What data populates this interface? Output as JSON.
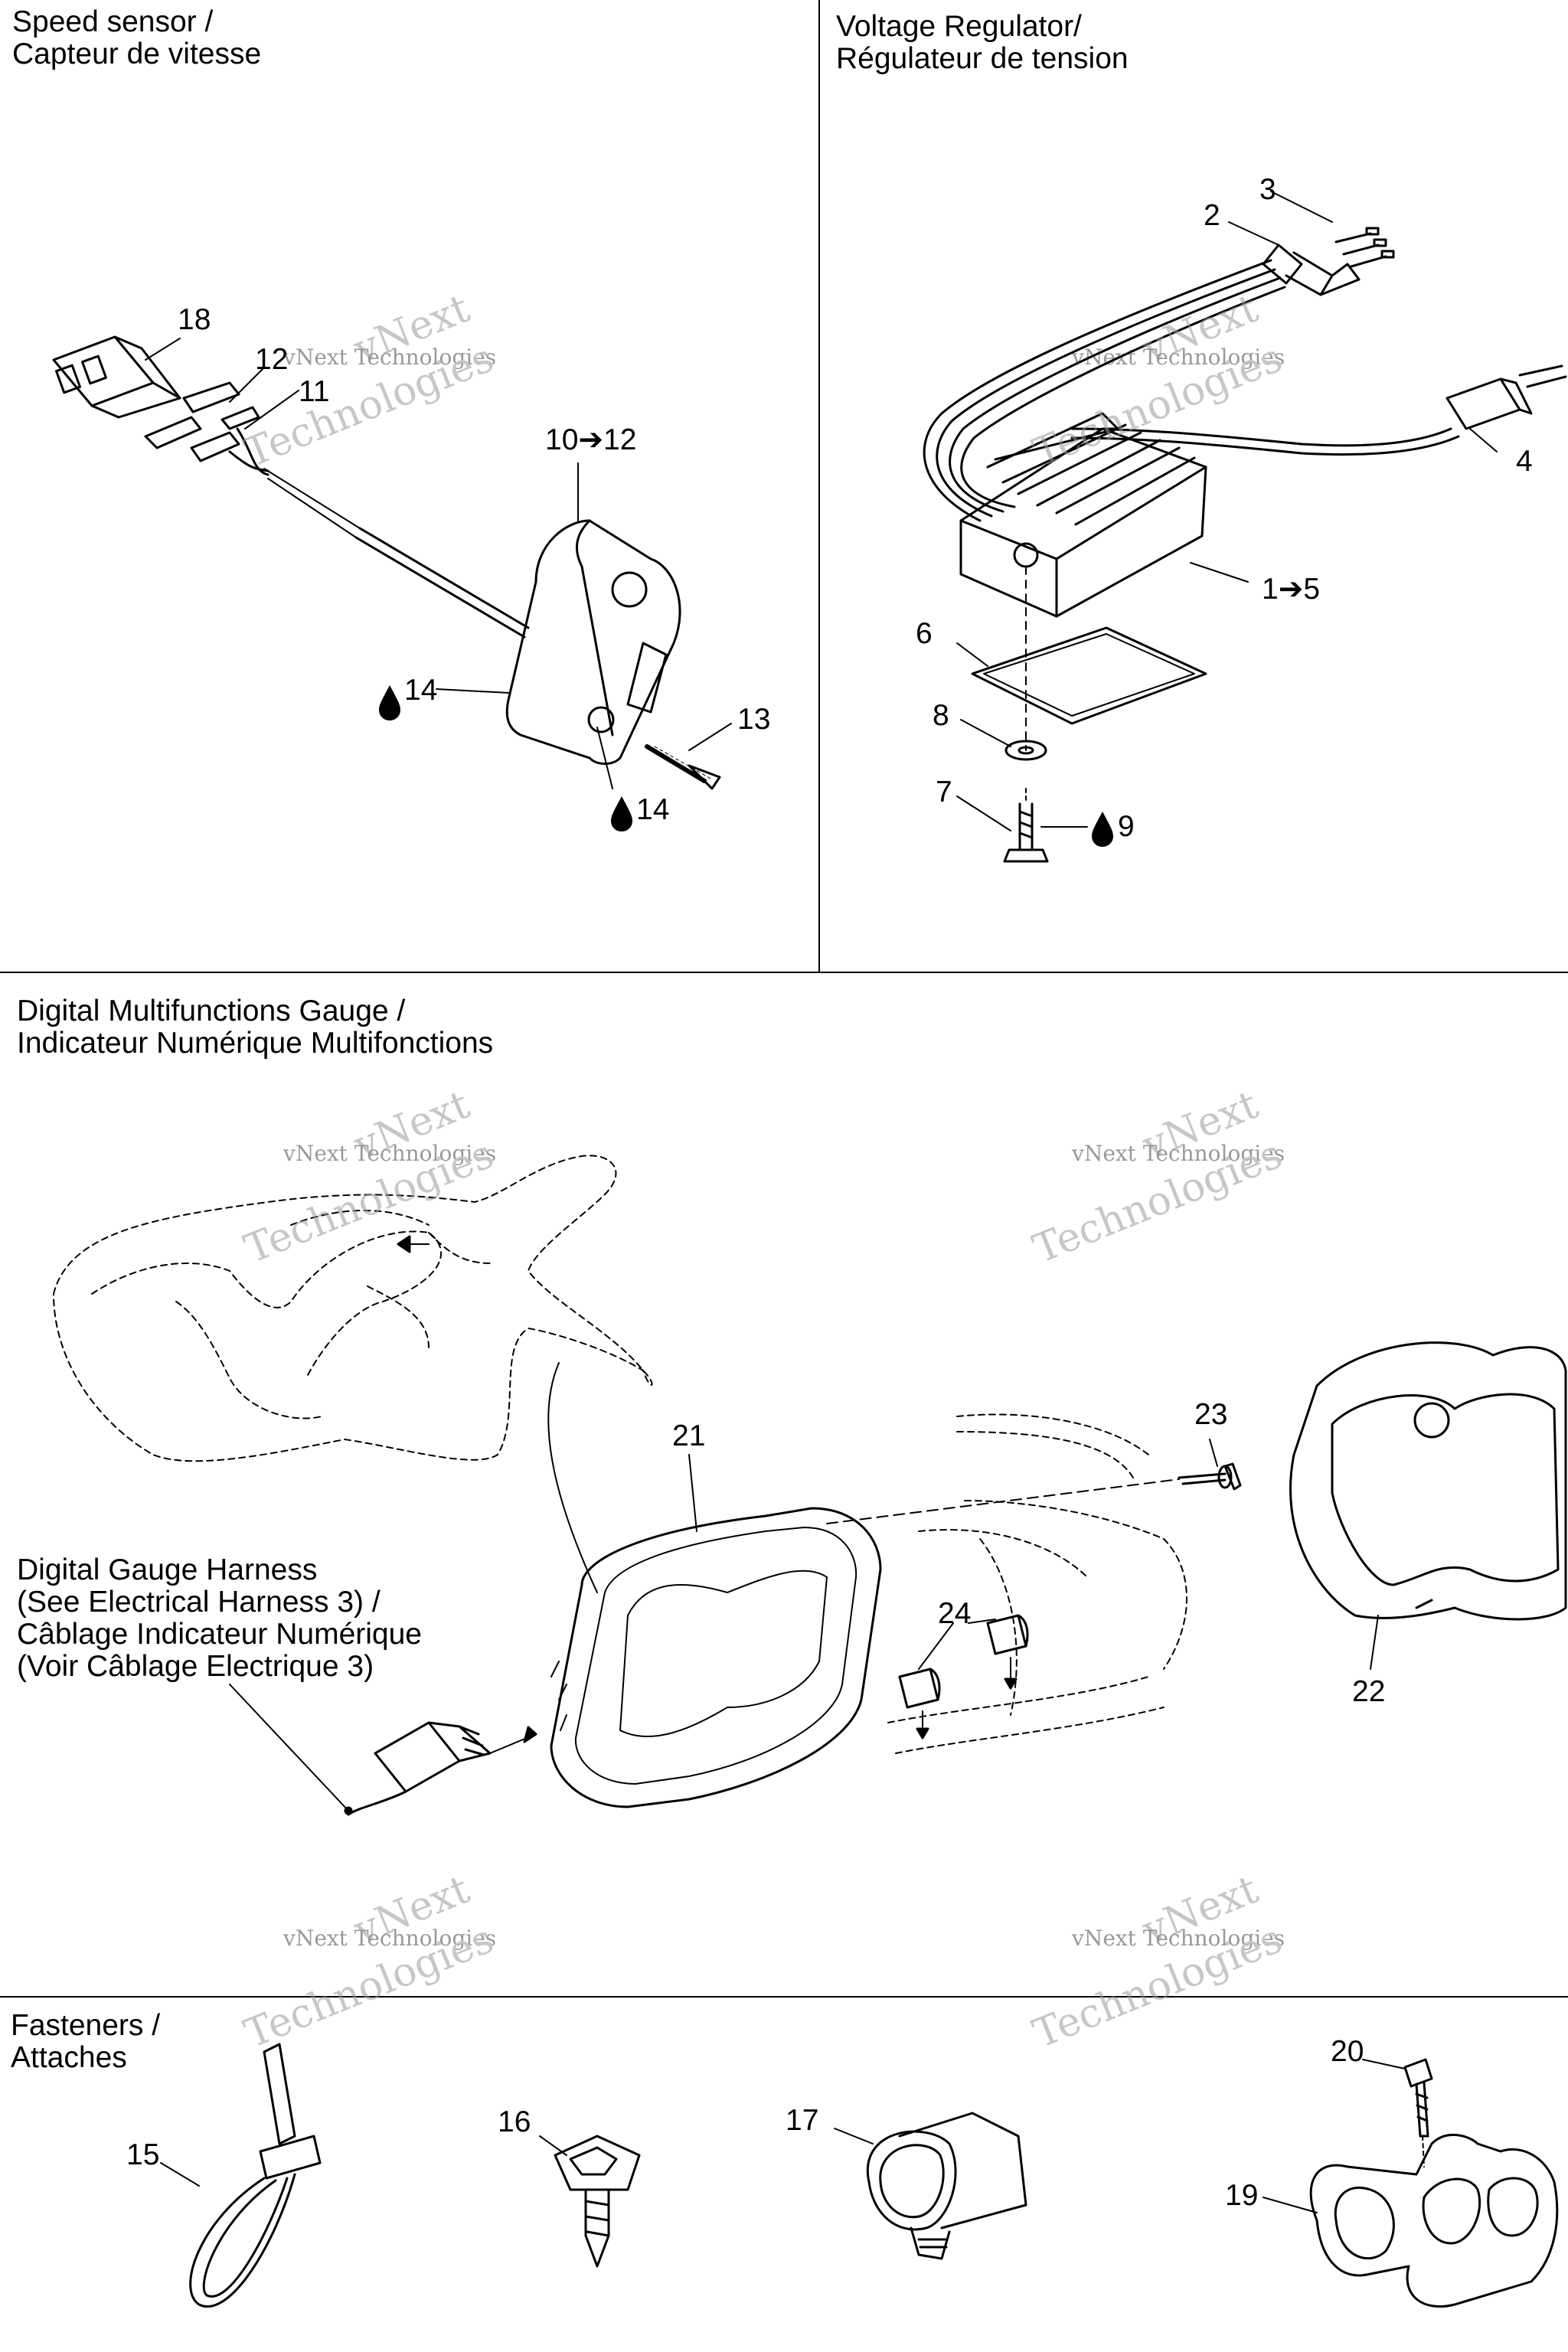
{
  "sections": {
    "speed_sensor": {
      "title": "Speed sensor /\nCapteur de vitesse"
    },
    "voltage_regulator": {
      "title": "Voltage Regulator/\nRégulateur de tension"
    },
    "digital_gauge": {
      "title": "Digital Multifunctions Gauge /\nIndicateur Numérique Multifonctions"
    },
    "fasteners": {
      "title": "Fasteners /\nAttaches"
    }
  },
  "harness_note": "Digital Gauge Harness\n(See Electrical Harness 3) /\nCâblage Indicateur Numérique\n(Voir Câblage Electrique 3)",
  "callouts": {
    "c18": "18",
    "c12": "12",
    "c11": "11",
    "c10_12": "10➔12",
    "c14a": "14",
    "c13": "13",
    "c14b": "14",
    "c3": "3",
    "c2": "2",
    "c4": "4",
    "c1_5": "1➔5",
    "c6": "6",
    "c8": "8",
    "c7": "7",
    "c9": "9",
    "c21": "21",
    "c23": "23",
    "c24": "24",
    "c22": "22",
    "c15": "15",
    "c16": "16",
    "c17": "17",
    "c20": "20",
    "c19": "19"
  },
  "watermark": {
    "line1": "vNext",
    "line2": "vNext Technologies",
    "line3": "Technologies"
  },
  "icons": {
    "drop": "drop-icon",
    "arrow": "arrow-right-icon"
  }
}
